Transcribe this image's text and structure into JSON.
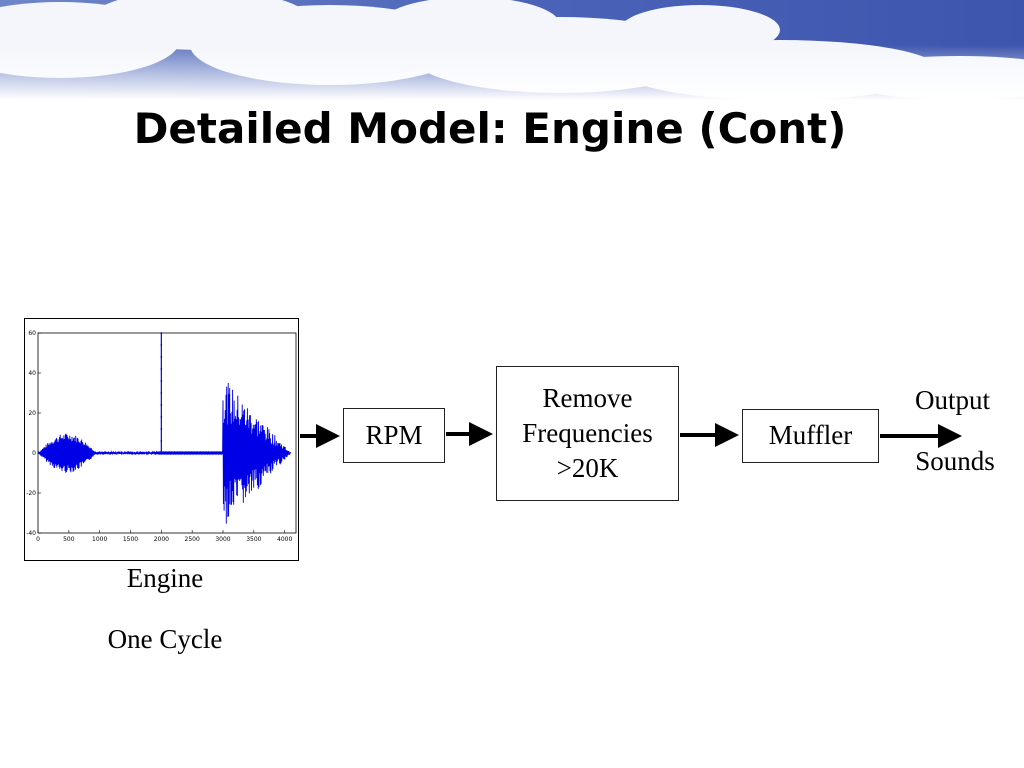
{
  "title": "Detailed Model: Engine (Cont)",
  "engine_plot": {
    "y_ticks": [
      "60",
      "40",
      "20",
      "0",
      "-20",
      "-40"
    ],
    "x_ticks": [
      "0",
      "500",
      "1000",
      "1500",
      "2000",
      "2500",
      "3000",
      "3500",
      "4000"
    ],
    "color": "#0000e6"
  },
  "engine_caption": {
    "line1": "Engine",
    "line2": "One Cycle"
  },
  "blocks": {
    "rpm": "RPM",
    "remove_line1": "Remove",
    "remove_line2": "Frequencies",
    "remove_line3": ">20K",
    "muffler": "Muffler"
  },
  "output_caption": {
    "line1": "Output",
    "line2": "Sounds"
  }
}
